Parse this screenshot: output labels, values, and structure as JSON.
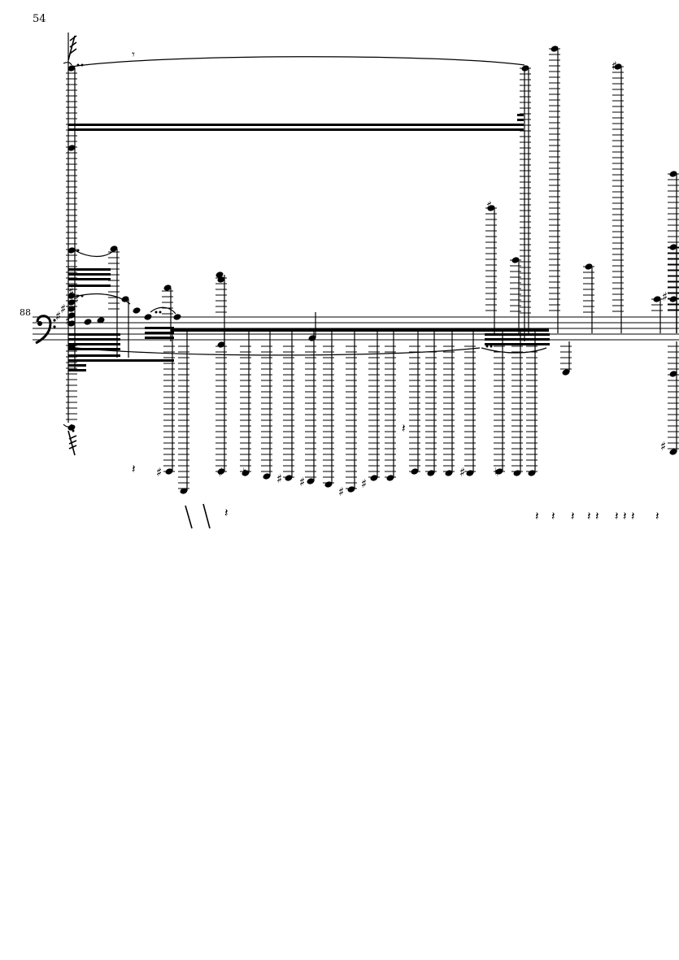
{
  "page": {
    "page_number": "54",
    "measure_number": "88"
  },
  "score": {
    "clef": "bass-clef",
    "key_signature": "3-sharps",
    "ink_color": "#000000",
    "paper_color": "#ffffff"
  }
}
